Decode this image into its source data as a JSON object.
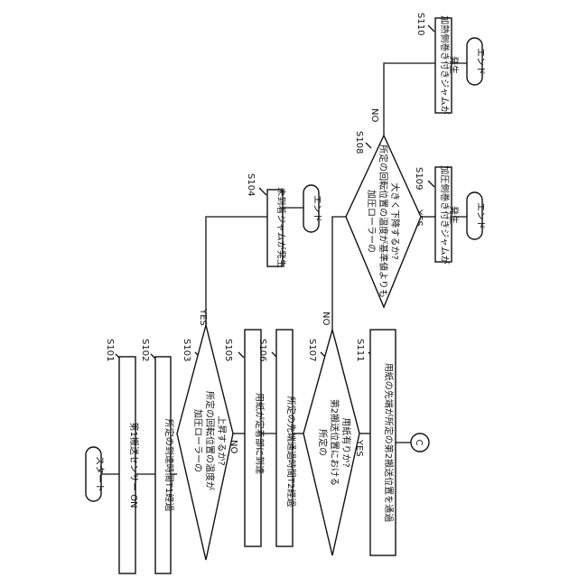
{
  "flowchart": {
    "start": "スタート",
    "end_label": "エンド",
    "yes_label": "YES",
    "no_label": "NO",
    "connector": "C",
    "steps": {
      "S101": {
        "id": "S101",
        "text": "第1搬送センサー ON"
      },
      "S102": {
        "id": "S102",
        "text": "所定の到達時間T1経過"
      },
      "S103": {
        "id": "S103",
        "lines": [
          "加圧ローラーの",
          "所定の回転位置の温度が",
          "上昇するか?"
        ]
      },
      "S104": {
        "id": "S104",
        "text": "未到着ジャムが発生"
      },
      "S105": {
        "id": "S105",
        "text": "用紙が定着部に到達"
      },
      "S106": {
        "id": "S106",
        "text": "所定の先端通過時間T2経過"
      },
      "S107": {
        "id": "S107",
        "lines": [
          "所定の",
          "第2搬送位置における",
          "用紙有りか?"
        ]
      },
      "S108": {
        "id": "S108",
        "lines": [
          "加圧ローラーの",
          "所定の回転位置の温度が基準値よりも",
          "大きく下降するか?"
        ]
      },
      "S109": {
        "id": "S109",
        "lines": [
          "加圧側巻き付きジャムが",
          "発生"
        ]
      },
      "S110": {
        "id": "S110",
        "lines": [
          "加熱側巻き付きジャムが",
          "発生"
        ]
      },
      "S111": {
        "id": "S111",
        "text": "用紙の先端が所定の第2搬送位置を通過"
      }
    }
  }
}
